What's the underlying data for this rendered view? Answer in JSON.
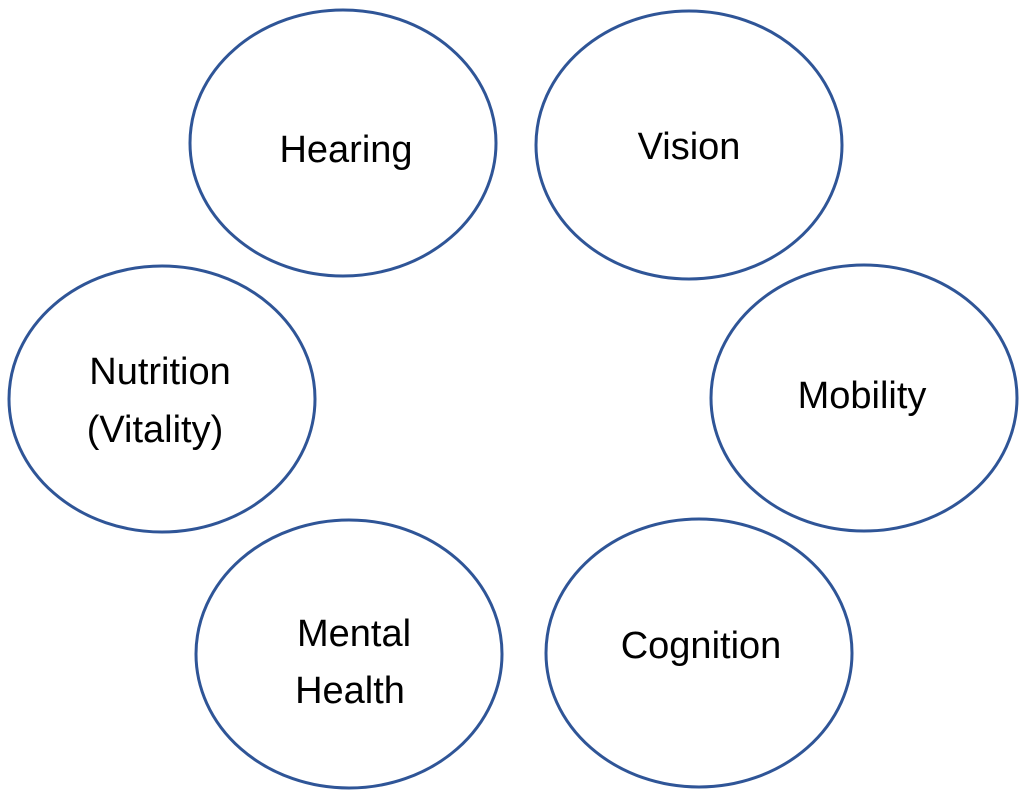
{
  "diagram": {
    "stroke_color": "#2F5597",
    "nodes": [
      {
        "id": "hearing",
        "lines": [
          "Hearing"
        ]
      },
      {
        "id": "vision",
        "lines": [
          "Vision"
        ]
      },
      {
        "id": "nutrition",
        "lines": [
          "Nutrition",
          "(Vitality)"
        ]
      },
      {
        "id": "mobility",
        "lines": [
          "Mobility"
        ]
      },
      {
        "id": "mental",
        "lines": [
          "Mental",
          "Health"
        ]
      },
      {
        "id": "cognition",
        "lines": [
          "Cognition"
        ]
      }
    ]
  }
}
